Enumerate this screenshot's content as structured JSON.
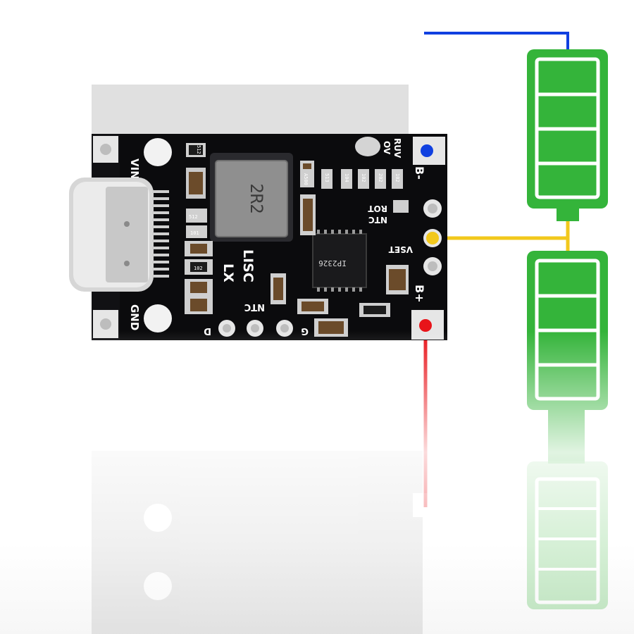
{
  "labels": {
    "vin": "VIN",
    "gnd": "GND",
    "b_minus": "B-",
    "b_plus": "B+",
    "vset": "VSET",
    "rot": "ROT",
    "ntc_right": "NTC",
    "ruv": "RUV",
    "ov": "OV",
    "lx": "LX",
    "lisc": "LISC",
    "ntc_bottom": "NTC",
    "d": "D",
    "g": "G",
    "inductor": "2R2",
    "ic": "IP2326",
    "smd_512a": "512",
    "smd_101": "101",
    "smd_512b": "512",
    "smd_102": "102",
    "smd_a500": "A500",
    "smd_513": "513",
    "smd_104": "104",
    "smd_102b": "102",
    "smd_202": "202",
    "smd_102c": "102"
  },
  "colors": {
    "pcb": "#0b0b0d",
    "battery": "#34b43a",
    "wire_negative": "#1040e0",
    "wire_balance": "#f2c81c",
    "wire_positive": "#e8141a",
    "pad": "#e6e6e6"
  }
}
